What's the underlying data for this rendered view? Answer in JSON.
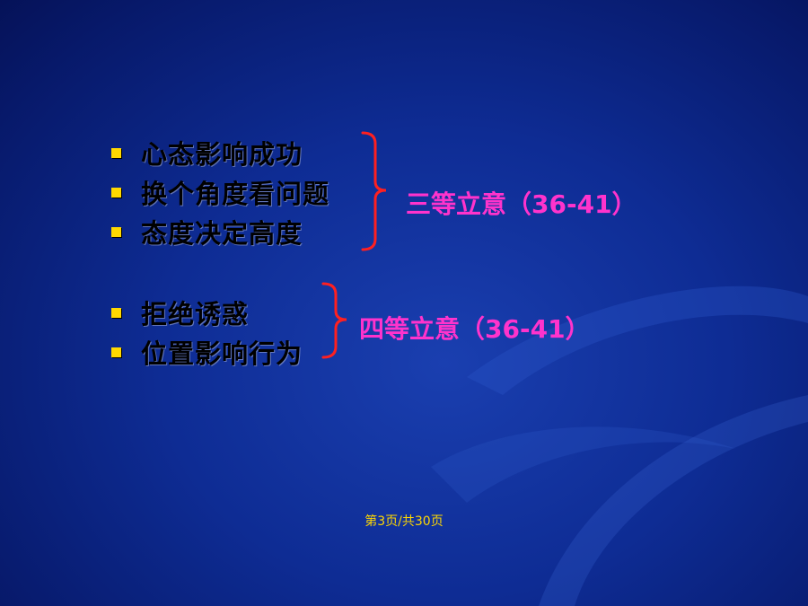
{
  "group1": {
    "items": [
      "心态影响成功",
      "换个角度看问题",
      "态度决定高度"
    ],
    "label": "三等立意（36-41）"
  },
  "group2": {
    "items": [
      "拒绝诱惑",
      "位置影响行为"
    ],
    "label": "四等立意（36-41）"
  },
  "footer": "第3页/共30页",
  "colors": {
    "bullet": "#ffd800",
    "brace": "#ff2020",
    "label": "#ff33cc",
    "footer": "#ffd800",
    "background": "#0e2c94"
  }
}
